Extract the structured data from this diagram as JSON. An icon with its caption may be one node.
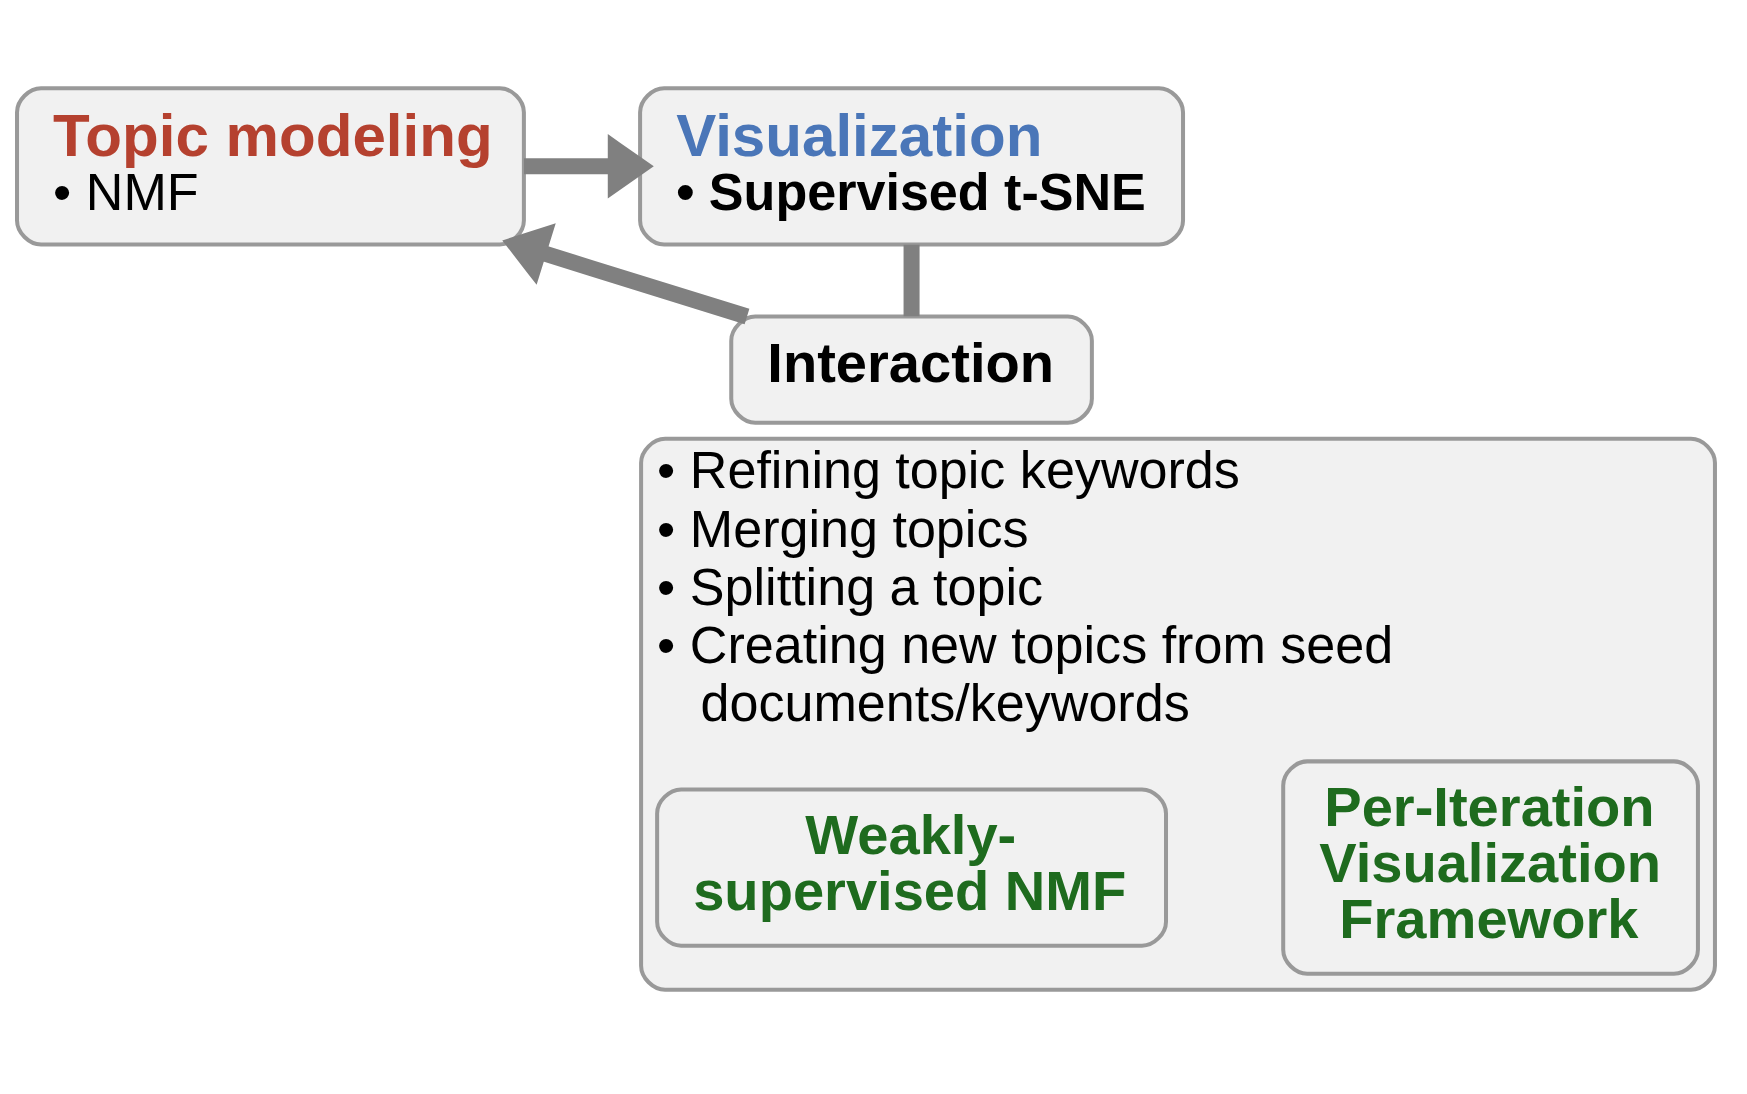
{
  "diagram": {
    "nodes": [
      {
        "text": [
          "Topic modeling",
          "• NMF"
        ]
      },
      {
        "text": [
          "Visualization",
          "• Supervised t-SNE"
        ]
      },
      {
        "text": [
          "Interaction"
        ]
      },
      {
        "text": [
          "• Refining topic keywords",
          "• Merging topics",
          "• Splitting a topic",
          "• Creating new topics from seed documents/keywords"
        ]
      },
      {
        "text": [
          "Weakly-supervised NMF"
        ],
        "in": 3
      },
      {
        "text": [
          "Per-Iteration Visualization Framework"
        ],
        "in": 3
      }
    ],
    "edges": [
      {
        "from": 0,
        "to": 1,
        "arrow": "to"
      },
      {
        "from": 1,
        "to": 2,
        "arrow": "none"
      },
      {
        "from": 2,
        "to": 0,
        "arrow": "to"
      }
    ]
  }
}
